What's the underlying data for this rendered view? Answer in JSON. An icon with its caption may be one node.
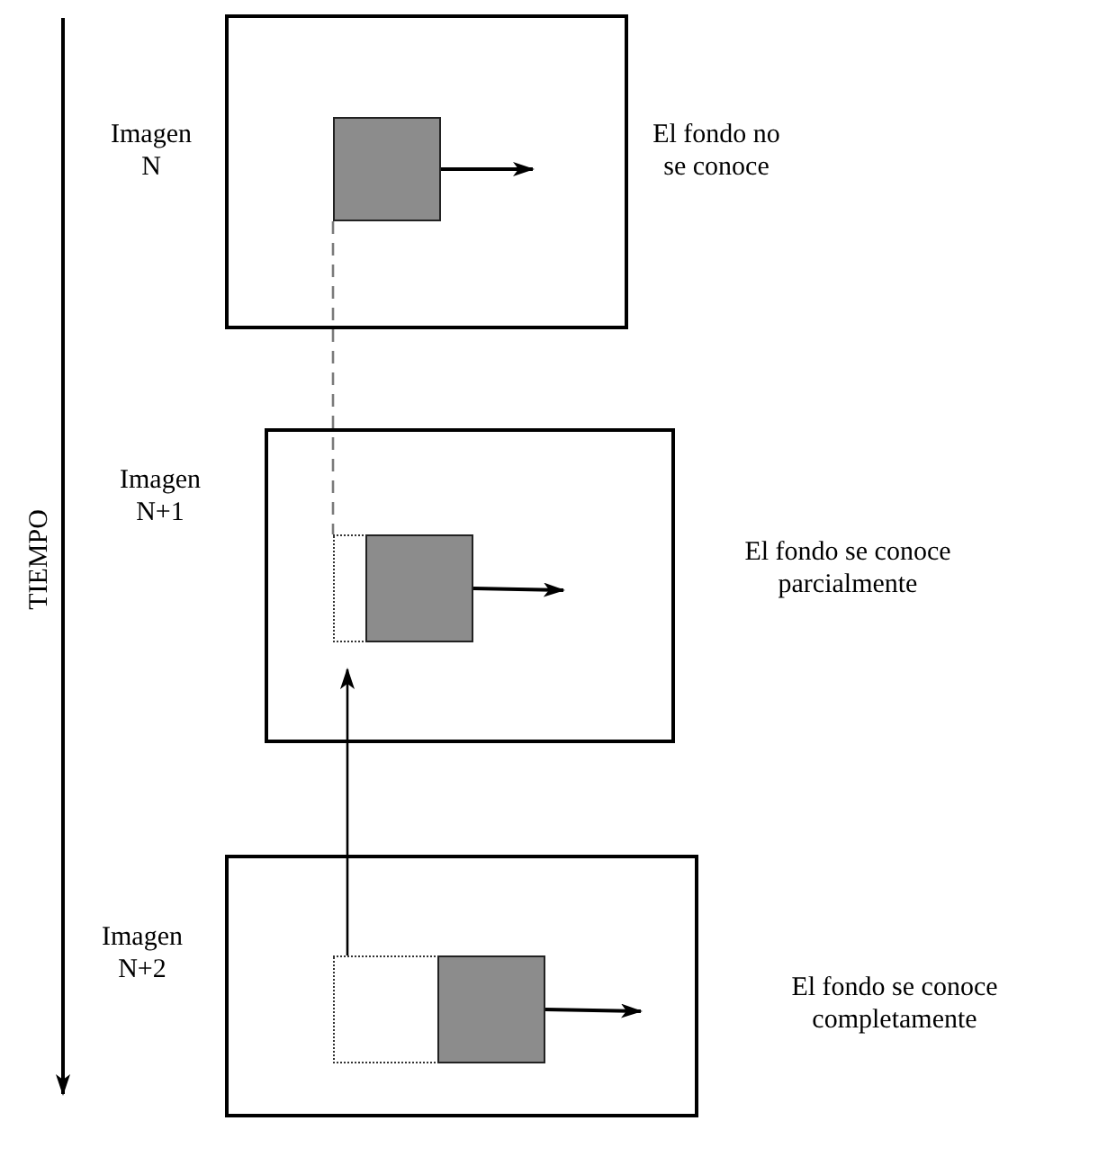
{
  "diagram": {
    "nodes": [
      {
        "text": [
          "Imagen N"
        ],
        "beside": [
          "El fondo no se conoce"
        ]
      },
      {
        "text": [],
        "shape": "box",
        "in": 0
      },
      {
        "text": [
          "Imagen N+1"
        ],
        "beside": [
          "El fondo se conoce parcialmente"
        ]
      },
      {
        "text": [],
        "shape": "box",
        "in": 2
      },
      {
        "text": [],
        "shape": "box",
        "in": 2
      },
      {
        "text": [
          "Imagen N+2"
        ],
        "beside": [
          "El fondo se conoce completamente"
        ]
      },
      {
        "text": [],
        "shape": "box",
        "in": 5
      },
      {
        "text": [],
        "shape": "box",
        "in": 5
      }
    ],
    "edges": [
      {
        "from": 1,
        "to": null,
        "arrow": "to"
      },
      {
        "from": 1,
        "to": 3,
        "arrow": "none",
        "style": "dashed",
        "color": "#7a7a7a"
      },
      {
        "from": 4,
        "to": null,
        "arrow": "to"
      },
      {
        "from": 6,
        "to": 3,
        "arrow": "to"
      },
      {
        "from": 7,
        "to": null,
        "arrow": "to"
      }
    ],
    "labels": [
      "TIEMPO"
    ]
  }
}
